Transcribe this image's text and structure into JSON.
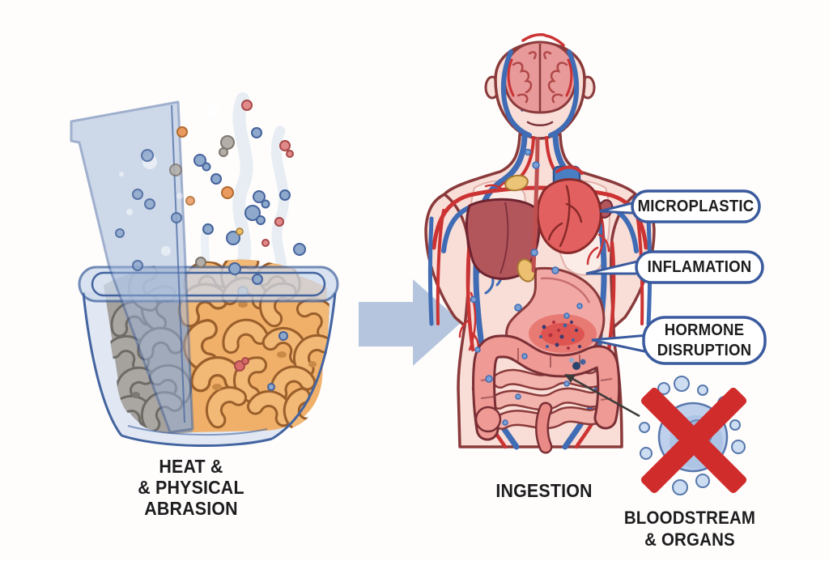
{
  "diagram": {
    "captions": {
      "heat": [
        "HEAT &",
        "& PHYSICAL",
        "ABRASION"
      ],
      "ingestion": "INGESTION",
      "bloodstream": [
        "BLOODSTREAM",
        "& ORGANS"
      ]
    },
    "callouts": {
      "microplastic": [
        "MICROPLASTIC"
      ],
      "inflammation": [
        "INFLAMATION"
      ],
      "hormone": [
        "HORMONE",
        "DISRUPTION"
      ]
    },
    "colors": {
      "background": "#fefdfc",
      "text": "#1d1d1f",
      "callout_border": "#3a5a9e",
      "callout_fill": "#ffffff",
      "arrow": "#b5c5de",
      "skin": "#f8ded7",
      "body_outline": "#8a3a3a",
      "vessel_blue": "#3f6cb4",
      "vessel_red": "#cc3333",
      "container": "#c9d7ec",
      "container_outline": "#43649f",
      "pasta_fresh": "#f2b876",
      "pasta_shaded": "#aaa6a2",
      "inflamed": "#dd5450",
      "cell": "#bed0ec",
      "cross": "#d02c2c"
    },
    "icons": {
      "flow_arrow": "right-arrow",
      "blocked_cell": "crossed-out-cell",
      "steam": "steam-wisps"
    }
  }
}
